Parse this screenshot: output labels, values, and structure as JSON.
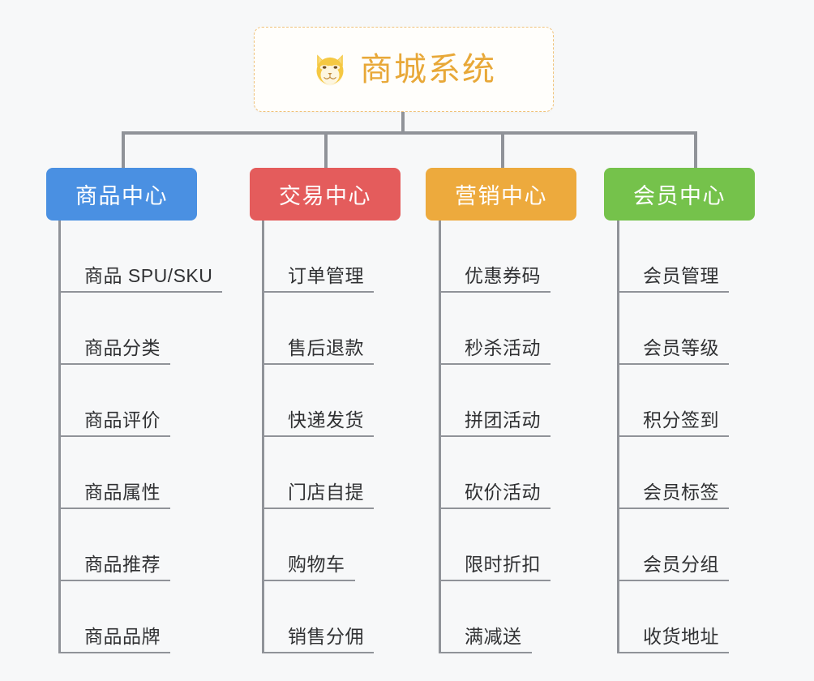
{
  "diagram": {
    "title": "商城系统",
    "root_icon": "shiba-dog-face-icon",
    "background_color": "#f7f8f9",
    "line_color": "#909399",
    "root": {
      "label": "商城系统",
      "text_color": "#e8a838",
      "border_color": "#f0c27a",
      "background_color": "#fffefb"
    },
    "branches": [
      {
        "label": "商品中心",
        "color": "#4a90e2",
        "items": [
          "商品 SPU/SKU",
          "商品分类",
          "商品评价",
          "商品属性",
          "商品推荐",
          "商品品牌"
        ]
      },
      {
        "label": "交易中心",
        "color": "#e45c5c",
        "items": [
          "订单管理",
          "售后退款",
          "快递发货",
          "门店自提",
          "购物车",
          "销售分佣"
        ]
      },
      {
        "label": "营销中心",
        "color": "#edaa3d",
        "items": [
          "优惠券码",
          "秒杀活动",
          "拼团活动",
          "砍价活动",
          "限时折扣",
          "满减送"
        ]
      },
      {
        "label": "会员中心",
        "color": "#75c24b",
        "items": [
          "会员管理",
          "会员等级",
          "积分签到",
          "会员标签",
          "会员分组",
          "收货地址"
        ]
      }
    ]
  }
}
